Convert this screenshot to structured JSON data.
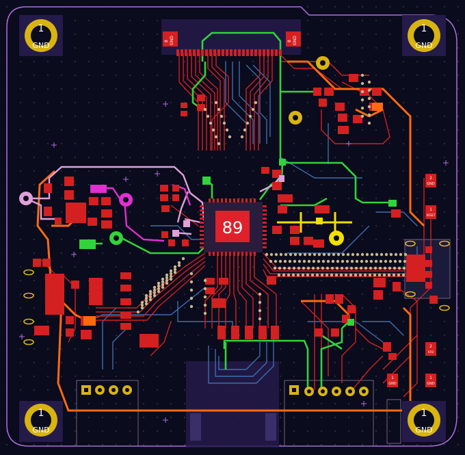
{
  "board": {
    "background": "#0a0b1c",
    "outline_color": "#b06ee0",
    "copper_top": "#d42020",
    "copper_bottom": "#3a6fb0",
    "net_green": "#31d43a",
    "net_pink": "#e0a0d8",
    "net_orange": "#ff6a10",
    "net_yellow": "#f0e000",
    "net_magenta": "#e030d0",
    "pad_gold": "#d8b410",
    "via_fill": "#c8b890"
  },
  "mount_holes": [
    {
      "number": "1",
      "net": "GND"
    },
    {
      "number": "1",
      "net": "GND"
    },
    {
      "number": "1",
      "net": "GND"
    },
    {
      "number": "1",
      "net": "GND"
    }
  ],
  "mcu": {
    "label": "89"
  },
  "connector_top_labels": [
    {
      "pin": "8",
      "net": "GND"
    },
    {
      "pin": "8",
      "net": "GND"
    }
  ],
  "right_pad_labels": [
    {
      "pin": "2",
      "net": "GND"
    },
    {
      "pin": "1",
      "net": "RESET"
    },
    {
      "pin": "2",
      "net": "RFD"
    },
    {
      "pin": "1",
      "net": "GND"
    },
    {
      "pin": "1",
      "net": "GND"
    }
  ]
}
